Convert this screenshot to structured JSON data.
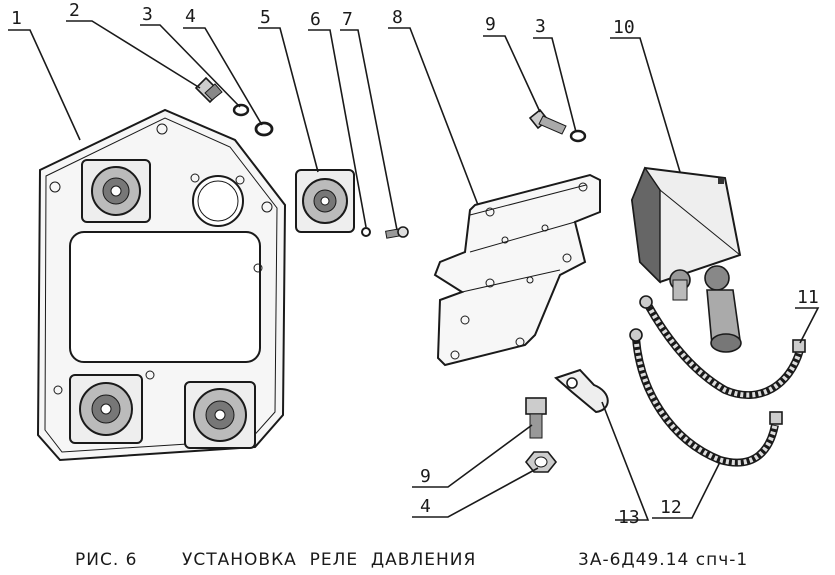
{
  "labels": {
    "l1": "1",
    "l2": "2",
    "l3a": "3",
    "l4a": "4",
    "l5": "5",
    "l6": "6",
    "l7": "7",
    "l8": "8",
    "l9a": "9",
    "l3b": "3",
    "l10": "10",
    "l11": "11",
    "l9b": "9",
    "l4b": "4",
    "l13": "13",
    "l12": "12"
  },
  "caption": {
    "figure": "РИС. 6",
    "title": "УСТАНОВКА  РЕЛЕ  ДАВЛЕНИЯ",
    "code": "3А-6Д49.14 спч-1"
  }
}
